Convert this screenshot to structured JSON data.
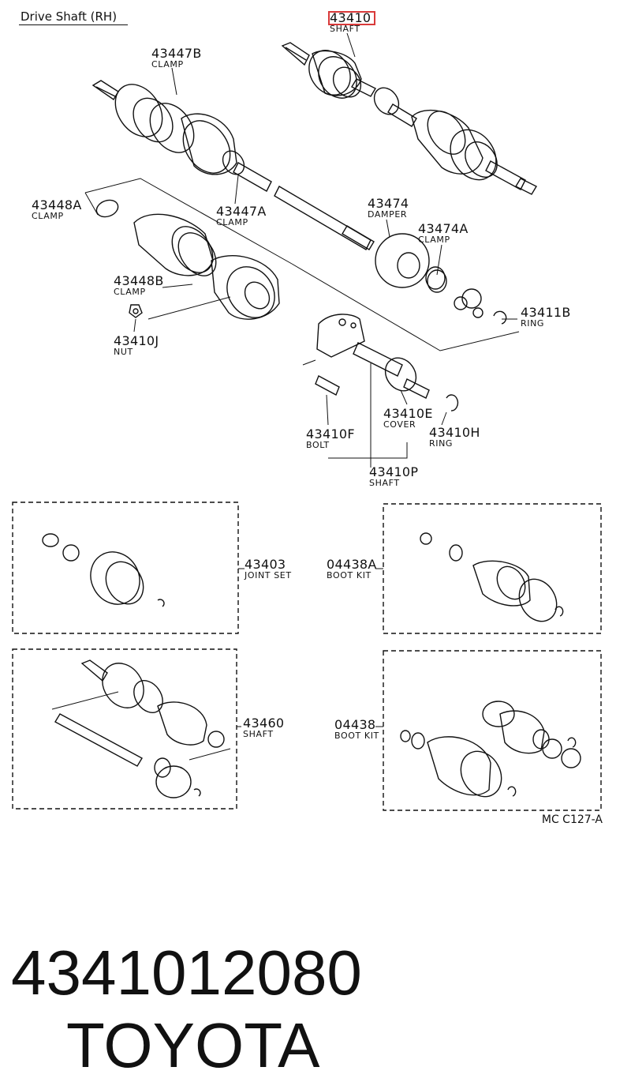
{
  "title": "Drive Shaft (RH)",
  "highlight_part": "43410",
  "labels": [
    {
      "id": "l1",
      "num": "43410",
      "desc": "SHAFT"
    },
    {
      "id": "l2",
      "num": "43447B",
      "desc": "CLAMP"
    },
    {
      "id": "l3",
      "num": "43448A",
      "desc": "CLAMP"
    },
    {
      "id": "l4",
      "num": "43447A",
      "desc": "CLAMP"
    },
    {
      "id": "l5",
      "num": "43474",
      "desc": "DAMPER"
    },
    {
      "id": "l6",
      "num": "43474A",
      "desc": "CLAMP"
    },
    {
      "id": "l7",
      "num": "43448B",
      "desc": "CLAMP"
    },
    {
      "id": "l8",
      "num": "43411B",
      "desc": "RING"
    },
    {
      "id": "l9",
      "num": "43410J",
      "desc": "NUT"
    },
    {
      "id": "l10",
      "num": "43410E",
      "desc": "COVER"
    },
    {
      "id": "l11",
      "num": "43410F",
      "desc": "BOLT"
    },
    {
      "id": "l12",
      "num": "43410H",
      "desc": "RING"
    },
    {
      "id": "l13",
      "num": "43410P",
      "desc": "SHAFT"
    },
    {
      "id": "l14",
      "num": "43403",
      "desc": "JOINT SET"
    },
    {
      "id": "l15",
      "num": "04438A",
      "desc": "BOOT KIT"
    },
    {
      "id": "l16",
      "num": "43460",
      "desc": "SHAFT"
    },
    {
      "id": "l17",
      "num": "04438",
      "desc": "BOOT KIT"
    }
  ],
  "ref_code": "MC C127-A",
  "part_number": "4341012080",
  "brand": "TOYOTA"
}
